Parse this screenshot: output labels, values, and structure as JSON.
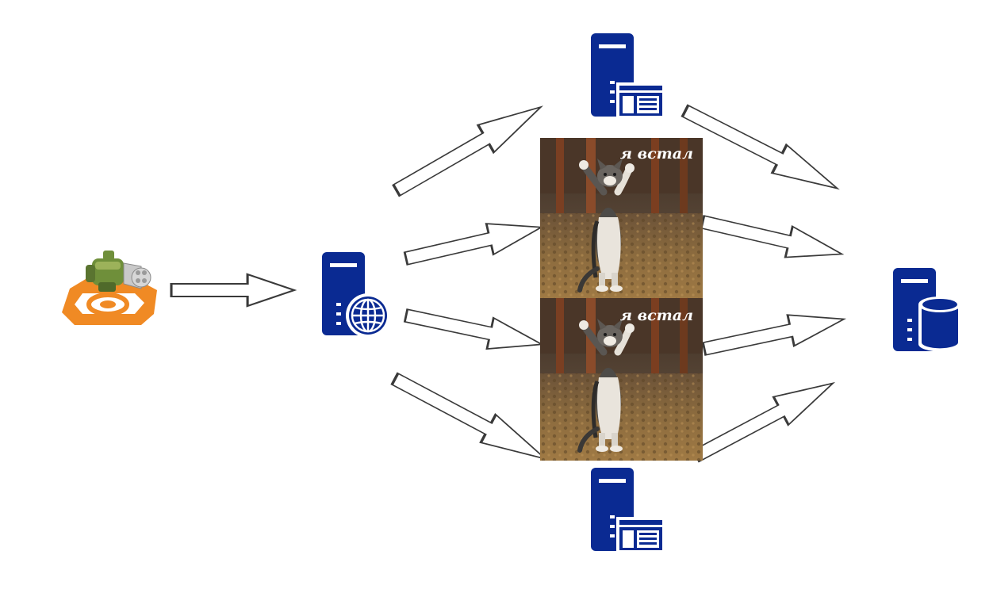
{
  "colors": {
    "server": "#0a2a92",
    "server_light": "#ffffff",
    "arrow_stroke": "#3a3a3a",
    "arrow_fill": "#ffffff",
    "load_orange": "#f08a24",
    "load_green": "#6f8f3a"
  },
  "nodes": {
    "load_generator": {
      "icon": "gatling-gun-icon"
    },
    "web_server": {
      "icon": "web-server-icon"
    },
    "app_server_top": {
      "icon": "app-server-icon"
    },
    "app_server_bottom": {
      "icon": "app-server-icon"
    },
    "db_server": {
      "icon": "database-server-icon"
    }
  },
  "memes": [
    {
      "icon": "standing-cat-photo",
      "caption": "я встал"
    },
    {
      "icon": "standing-cat-photo",
      "caption": "я встал"
    }
  ]
}
